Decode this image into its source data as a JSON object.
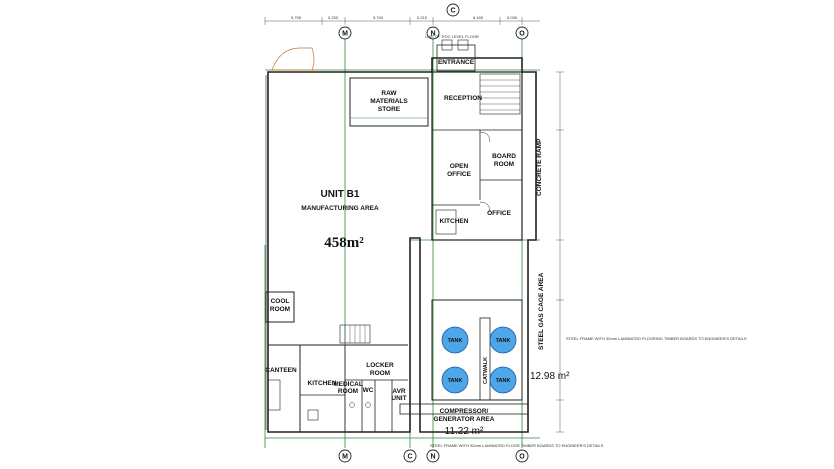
{
  "plan": {
    "grid_lines": [
      "M",
      "N",
      "O"
    ],
    "north_marker": "C",
    "top_dimensions": [
      "5.795",
      "0.230",
      "5.740",
      "0.215",
      "6.165",
      "0.035"
    ],
    "entrance_note": "LINE OF POC LEVEL FLOOR",
    "side_notes": [
      "STEEL FRAME WITH 32mm LAMINATED FLOORING TIMBER BOARDS TO ENGINEER'S DETAILS",
      "STEEL FRAME WITH 32mm LAMINATED FLOOR TIMBER BOARDS TO ENGINEER'S DETAILS"
    ],
    "rooms": {
      "unit_title": "UNIT B1",
      "manufacturing": "MANUFACTURING AREA",
      "manufacturing_area": "458m²",
      "raw_materials_l1": "RAW",
      "raw_materials_l2": "MATERIALS",
      "raw_materials_l3": "STORE",
      "entrance": "ENTRANCE",
      "reception": "RECEPTION",
      "open_office_l1": "OPEN",
      "open_office_l2": "OFFICE",
      "board_room_l1": "BOARD",
      "board_room_l2": "ROOM",
      "office": "OFFICE",
      "kitchen": "KITCHEN",
      "concrete_ramp": "CONCRETE RAMP",
      "cool_room_l1": "COOL",
      "cool_room_l2": "ROOM",
      "canteen": "CANTEEN",
      "kitchen_small": "KITCHEN",
      "medical_room_l1": "MEDICAL",
      "medical_room_l2": "ROOM",
      "wc": "WC",
      "locker_room_l1": "LOCKER",
      "locker_room_l2": "ROOM",
      "avr_unit_l1": "AVR",
      "avr_unit_l2": "UNIT",
      "tank": "TANK",
      "catwalk": "CATWALK",
      "gas_cage": "STEEL GAS CAGE AREA",
      "gas_cage_area": "12.98 m²",
      "compressor_l1": "COMPRESSOR/",
      "compressor_l2": "GENERATOR AREA",
      "compressor_area": "11.22 m²"
    }
  }
}
